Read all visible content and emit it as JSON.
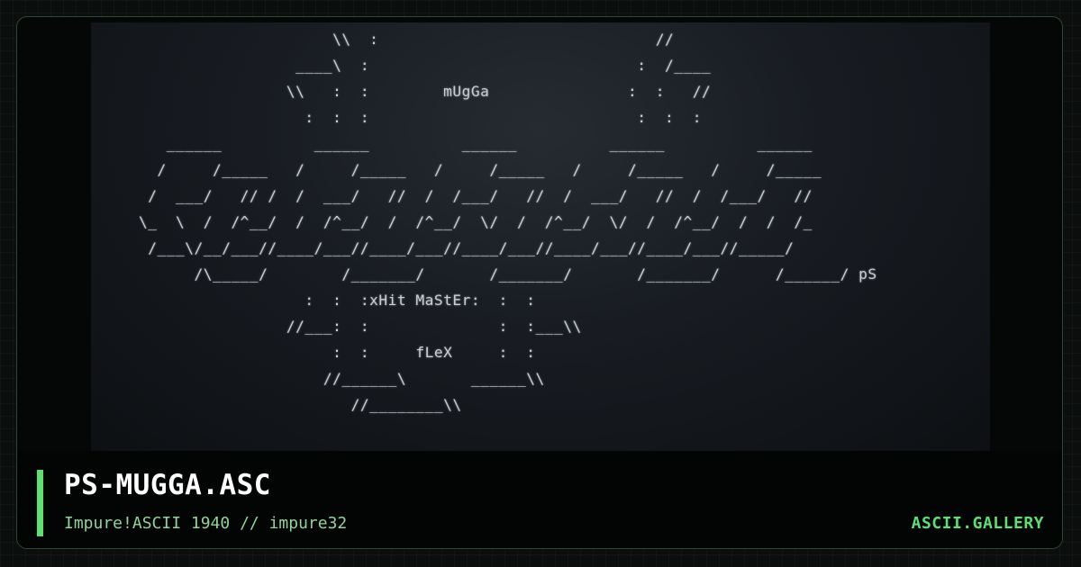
{
  "artwork": {
    "lines": [
      "                         \\\\  :                              //",
      "                     ____\\  :                             :  /____",
      "                    \\\\   :  :        mUgGa               :  :   //",
      "                      :  :  :                             :  :  :",
      "       ______          ______          ______          ______          ______",
      "      /     /_____   /     /_____   /     /_____   /     /_____   /     /_____",
      "     /  ___/   // /  /  ___/   //  /  /___/   //  /  ___/   //  /  /___/   //",
      "    \\_  \\  /  /^__/  /  /^__/  /  /^__/  \\/  /  /^__/  \\/  /  /^__/  /  /  /_",
      "     /___\\/__/___//____/___//____/___//____/___//____/___//____/___//_____/",
      "          /\\_____/        /_______/       /_______/       /_______/      /______/ pS",
      "                      :  :  :xHit MaStEr:  :  :",
      "                    //___:  :              :  :___\\\\",
      "                         :  :     fLeX     :  :",
      "                        //______\\       ______\\\\",
      "                           //________\\\\"
    ]
  },
  "card": {
    "title": "PS-MUGGA.ASC",
    "subtitle": "Impure!ASCII 1940 // impure32",
    "brand": "ASCII.GALLERY"
  }
}
